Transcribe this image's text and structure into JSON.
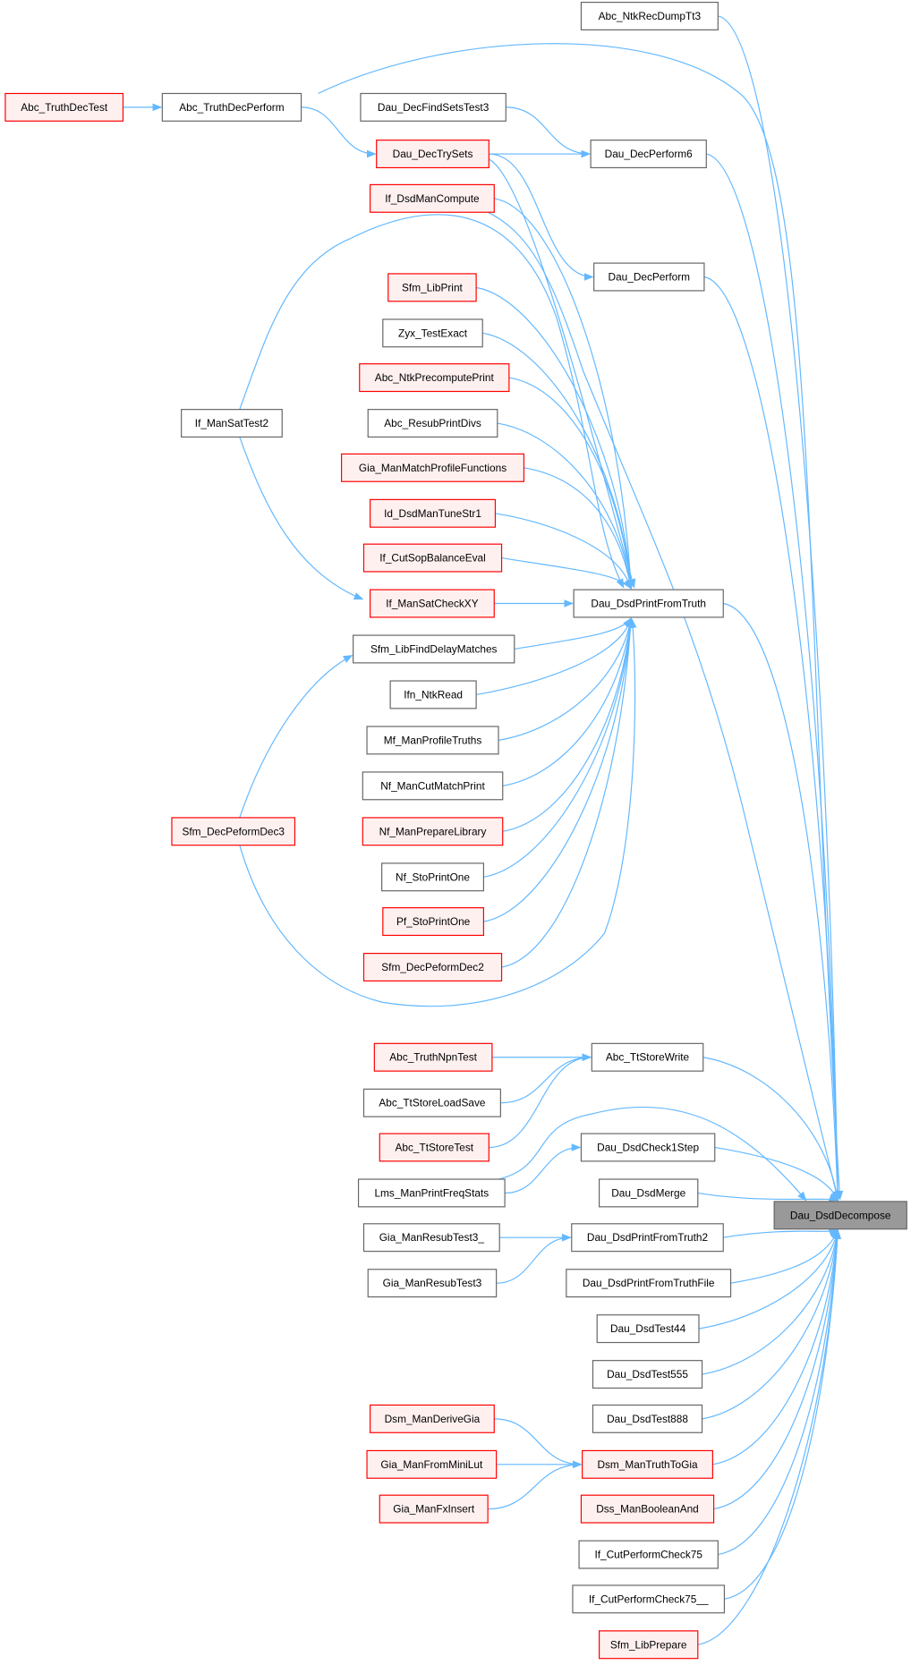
{
  "graph": {
    "title": "Dau_DsdDecompose caller graph",
    "colors": {
      "edge": "#63b8ff",
      "red_border": "#ff0000",
      "red_fill": "#fff0f0",
      "root_fill": "#999999",
      "plain_border": "#666666"
    },
    "nodes": [
      {
        "id": "n1",
        "label": "Abc_NtkRecDumpTt3",
        "kind": "plain"
      },
      {
        "id": "n2",
        "label": "Abc_TruthDecTest",
        "kind": "red"
      },
      {
        "id": "n3",
        "label": "Abc_TruthDecPerform",
        "kind": "plain"
      },
      {
        "id": "n4",
        "label": "Dau_DecFindSetsTest3",
        "kind": "plain"
      },
      {
        "id": "n5",
        "label": "Dau_DecTrySets",
        "kind": "red"
      },
      {
        "id": "n6",
        "label": "Dau_DecPerform6",
        "kind": "plain"
      },
      {
        "id": "n7",
        "label": "If_DsdManCompute",
        "kind": "red"
      },
      {
        "id": "n8",
        "label": "Dau_DecPerform",
        "kind": "plain"
      },
      {
        "id": "n9",
        "label": "Sfm_LibPrint",
        "kind": "red"
      },
      {
        "id": "n10",
        "label": "Zyx_TestExact",
        "kind": "plain"
      },
      {
        "id": "n11",
        "label": "Abc_NtkPrecomputePrint",
        "kind": "red"
      },
      {
        "id": "n12",
        "label": "If_ManSatTest2",
        "kind": "plain"
      },
      {
        "id": "n13",
        "label": "Abc_ResubPrintDivs",
        "kind": "plain"
      },
      {
        "id": "n14",
        "label": "Gia_ManMatchProfileFunctions",
        "kind": "red"
      },
      {
        "id": "n15",
        "label": "Id_DsdManTuneStr1",
        "kind": "red"
      },
      {
        "id": "n16",
        "label": "If_CutSopBalanceEval",
        "kind": "red"
      },
      {
        "id": "n17",
        "label": "If_ManSatCheckXY",
        "kind": "red"
      },
      {
        "id": "n18",
        "label": "Dau_DsdPrintFromTruth",
        "kind": "plain"
      },
      {
        "id": "n19",
        "label": "Sfm_LibFindDelayMatches",
        "kind": "plain"
      },
      {
        "id": "n20",
        "label": "Ifn_NtkRead",
        "kind": "plain"
      },
      {
        "id": "n21",
        "label": "Mf_ManProfileTruths",
        "kind": "plain"
      },
      {
        "id": "n22",
        "label": "Nf_ManCutMatchPrint",
        "kind": "plain"
      },
      {
        "id": "n23",
        "label": "Nf_ManPrepareLibrary",
        "kind": "red"
      },
      {
        "id": "n24",
        "label": "Sfm_DecPeformDec3",
        "kind": "red"
      },
      {
        "id": "n25",
        "label": "Nf_StoPrintOne",
        "kind": "plain"
      },
      {
        "id": "n26",
        "label": "Pf_StoPrintOne",
        "kind": "red"
      },
      {
        "id": "n27",
        "label": "Sfm_DecPeformDec2",
        "kind": "red"
      },
      {
        "id": "n28",
        "label": "Abc_TruthNpnTest",
        "kind": "red"
      },
      {
        "id": "n29",
        "label": "Abc_TtStoreWrite",
        "kind": "plain"
      },
      {
        "id": "n30",
        "label": "Abc_TtStoreLoadSave",
        "kind": "plain"
      },
      {
        "id": "n31",
        "label": "Abc_TtStoreTest",
        "kind": "red"
      },
      {
        "id": "n32",
        "label": "Dau_DsdCheck1Step",
        "kind": "plain"
      },
      {
        "id": "n33",
        "label": "Lms_ManPrintFreqStats",
        "kind": "plain"
      },
      {
        "id": "n34",
        "label": "Dau_DsdMerge",
        "kind": "plain"
      },
      {
        "id": "n35",
        "label": "Dau_DsdDecompose",
        "kind": "root"
      },
      {
        "id": "n36",
        "label": "Gia_ManResubTest3_",
        "kind": "plain"
      },
      {
        "id": "n37",
        "label": "Dau_DsdPrintFromTruth2",
        "kind": "plain"
      },
      {
        "id": "n38",
        "label": "Gia_ManResubTest3",
        "kind": "plain"
      },
      {
        "id": "n39",
        "label": "Dau_DsdPrintFromTruthFile",
        "kind": "plain"
      },
      {
        "id": "n40",
        "label": "Dau_DsdTest44",
        "kind": "plain"
      },
      {
        "id": "n41",
        "label": "Dau_DsdTest555",
        "kind": "plain"
      },
      {
        "id": "n42",
        "label": "Dau_DsdTest888",
        "kind": "plain"
      },
      {
        "id": "n43",
        "label": "Dsm_ManDeriveGia",
        "kind": "red"
      },
      {
        "id": "n44",
        "label": "Gia_ManFromMiniLut",
        "kind": "red"
      },
      {
        "id": "n45",
        "label": "Dsm_ManTruthToGia",
        "kind": "red"
      },
      {
        "id": "n46",
        "label": "Gia_ManFxInsert",
        "kind": "red"
      },
      {
        "id": "n47",
        "label": "Dss_ManBooleanAnd",
        "kind": "red"
      },
      {
        "id": "n48",
        "label": "If_CutPerformCheck75",
        "kind": "plain"
      },
      {
        "id": "n49",
        "label": "If_CutPerformCheck75__",
        "kind": "plain"
      },
      {
        "id": "n50",
        "label": "Sfm_LibPrepare",
        "kind": "red"
      }
    ],
    "edges": [
      [
        "n2",
        "n3"
      ],
      [
        "n3",
        "n5"
      ],
      [
        "n3",
        "n35"
      ],
      [
        "n4",
        "n6"
      ],
      [
        "n5",
        "n6"
      ],
      [
        "n5",
        "n8"
      ],
      [
        "n5",
        "n18"
      ],
      [
        "n6",
        "n35"
      ],
      [
        "n8",
        "n35"
      ],
      [
        "n1",
        "n35"
      ],
      [
        "n7",
        "n18"
      ],
      [
        "n7",
        "n35"
      ],
      [
        "n9",
        "n18"
      ],
      [
        "n10",
        "n18"
      ],
      [
        "n11",
        "n18"
      ],
      [
        "n13",
        "n18"
      ],
      [
        "n14",
        "n18"
      ],
      [
        "n15",
        "n18"
      ],
      [
        "n16",
        "n18"
      ],
      [
        "n17",
        "n18"
      ],
      [
        "n12",
        "n18"
      ],
      [
        "n12",
        "n17"
      ],
      [
        "n24",
        "n19"
      ],
      [
        "n24",
        "n18"
      ],
      [
        "n19",
        "n18"
      ],
      [
        "n20",
        "n18"
      ],
      [
        "n21",
        "n18"
      ],
      [
        "n22",
        "n18"
      ],
      [
        "n23",
        "n18"
      ],
      [
        "n25",
        "n18"
      ],
      [
        "n26",
        "n18"
      ],
      [
        "n27",
        "n18"
      ],
      [
        "n18",
        "n35"
      ],
      [
        "n28",
        "n29"
      ],
      [
        "n30",
        "n29"
      ],
      [
        "n31",
        "n29"
      ],
      [
        "n29",
        "n35"
      ],
      [
        "n33",
        "n32"
      ],
      [
        "n33",
        "n35"
      ],
      [
        "n32",
        "n35"
      ],
      [
        "n34",
        "n35"
      ],
      [
        "n36",
        "n37"
      ],
      [
        "n38",
        "n37"
      ],
      [
        "n37",
        "n35"
      ],
      [
        "n39",
        "n35"
      ],
      [
        "n40",
        "n35"
      ],
      [
        "n41",
        "n35"
      ],
      [
        "n42",
        "n35"
      ],
      [
        "n45",
        "n35"
      ],
      [
        "n47",
        "n35"
      ],
      [
        "n48",
        "n35"
      ],
      [
        "n49",
        "n35"
      ],
      [
        "n50",
        "n35"
      ],
      [
        "n43",
        "n45"
      ],
      [
        "n44",
        "n45"
      ],
      [
        "n46",
        "n45"
      ]
    ]
  }
}
